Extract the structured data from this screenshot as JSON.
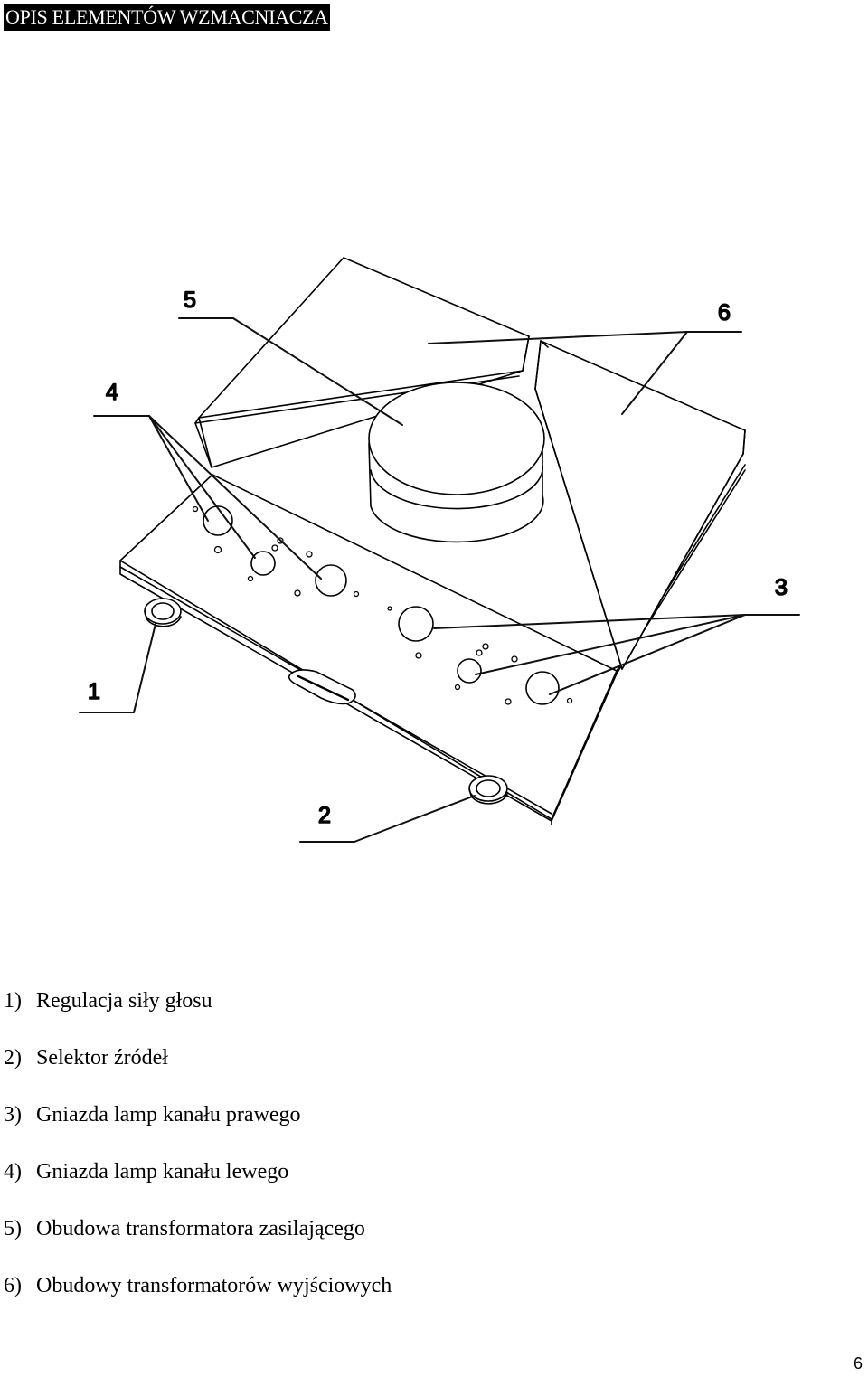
{
  "header": {
    "title": "OPIS ELEMENTÓW WZMACNIACZA"
  },
  "diagram": {
    "callouts": {
      "c1": "1",
      "c2": "2",
      "c3": "3",
      "c4": "4",
      "c5": "5",
      "c6": "6"
    }
  },
  "legend": {
    "items": [
      {
        "num": "1)",
        "text": "Regulacja siły głosu"
      },
      {
        "num": "2)",
        "text": "Selektor źródeł"
      },
      {
        "num": "3)",
        "text": "Gniazda lamp kanału prawego"
      },
      {
        "num": "4)",
        "text": "Gniazda lamp kanału lewego"
      },
      {
        "num": "5)",
        "text": "Obudowa transformatora zasilającego"
      },
      {
        "num": "6)",
        "text": "Obudowy transformatorów wyjściowych"
      }
    ]
  },
  "footer": {
    "page_number": "6"
  }
}
